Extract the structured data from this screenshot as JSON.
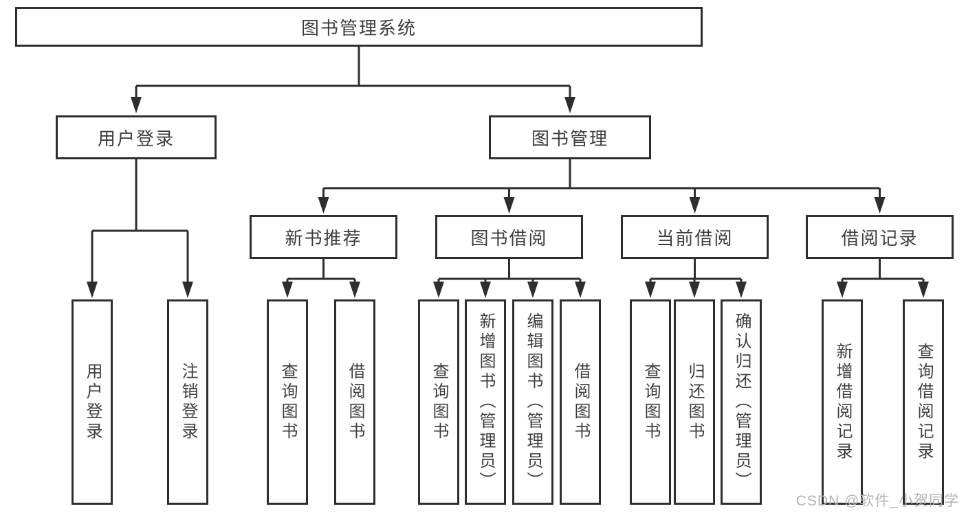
{
  "diagram": {
    "root": {
      "label": "图书管理系统",
      "children": [
        {
          "label": "用户登录",
          "children": [
            {
              "label": "用户登录"
            },
            {
              "label": "注销登录"
            }
          ]
        },
        {
          "label": "图书管理",
          "children": [
            {
              "label": "新书推荐",
              "children": [
                {
                  "label": "查询图书"
                },
                {
                  "label": "借阅图书"
                }
              ]
            },
            {
              "label": "图书借阅",
              "children": [
                {
                  "label": "查询图书"
                },
                {
                  "label": "新增图书（管理员）"
                },
                {
                  "label": "编辑图书（管理员）"
                },
                {
                  "label": "借阅图书"
                }
              ]
            },
            {
              "label": "当前借阅",
              "children": [
                {
                  "label": "查询图书"
                },
                {
                  "label": "归还图书"
                },
                {
                  "label": "确认归还（管理员）"
                }
              ]
            },
            {
              "label": "借阅记录",
              "children": [
                {
                  "label": "新增借阅记录"
                },
                {
                  "label": "查询借阅记录"
                }
              ]
            }
          ]
        }
      ]
    }
  },
  "watermark": {
    "text": "CSDN @软件_小贺同学"
  },
  "colors": {
    "line": "#2e2e2e",
    "text": "#3d3d3d",
    "watermark": "#b3b3b3",
    "bg": "#ffffff"
  }
}
